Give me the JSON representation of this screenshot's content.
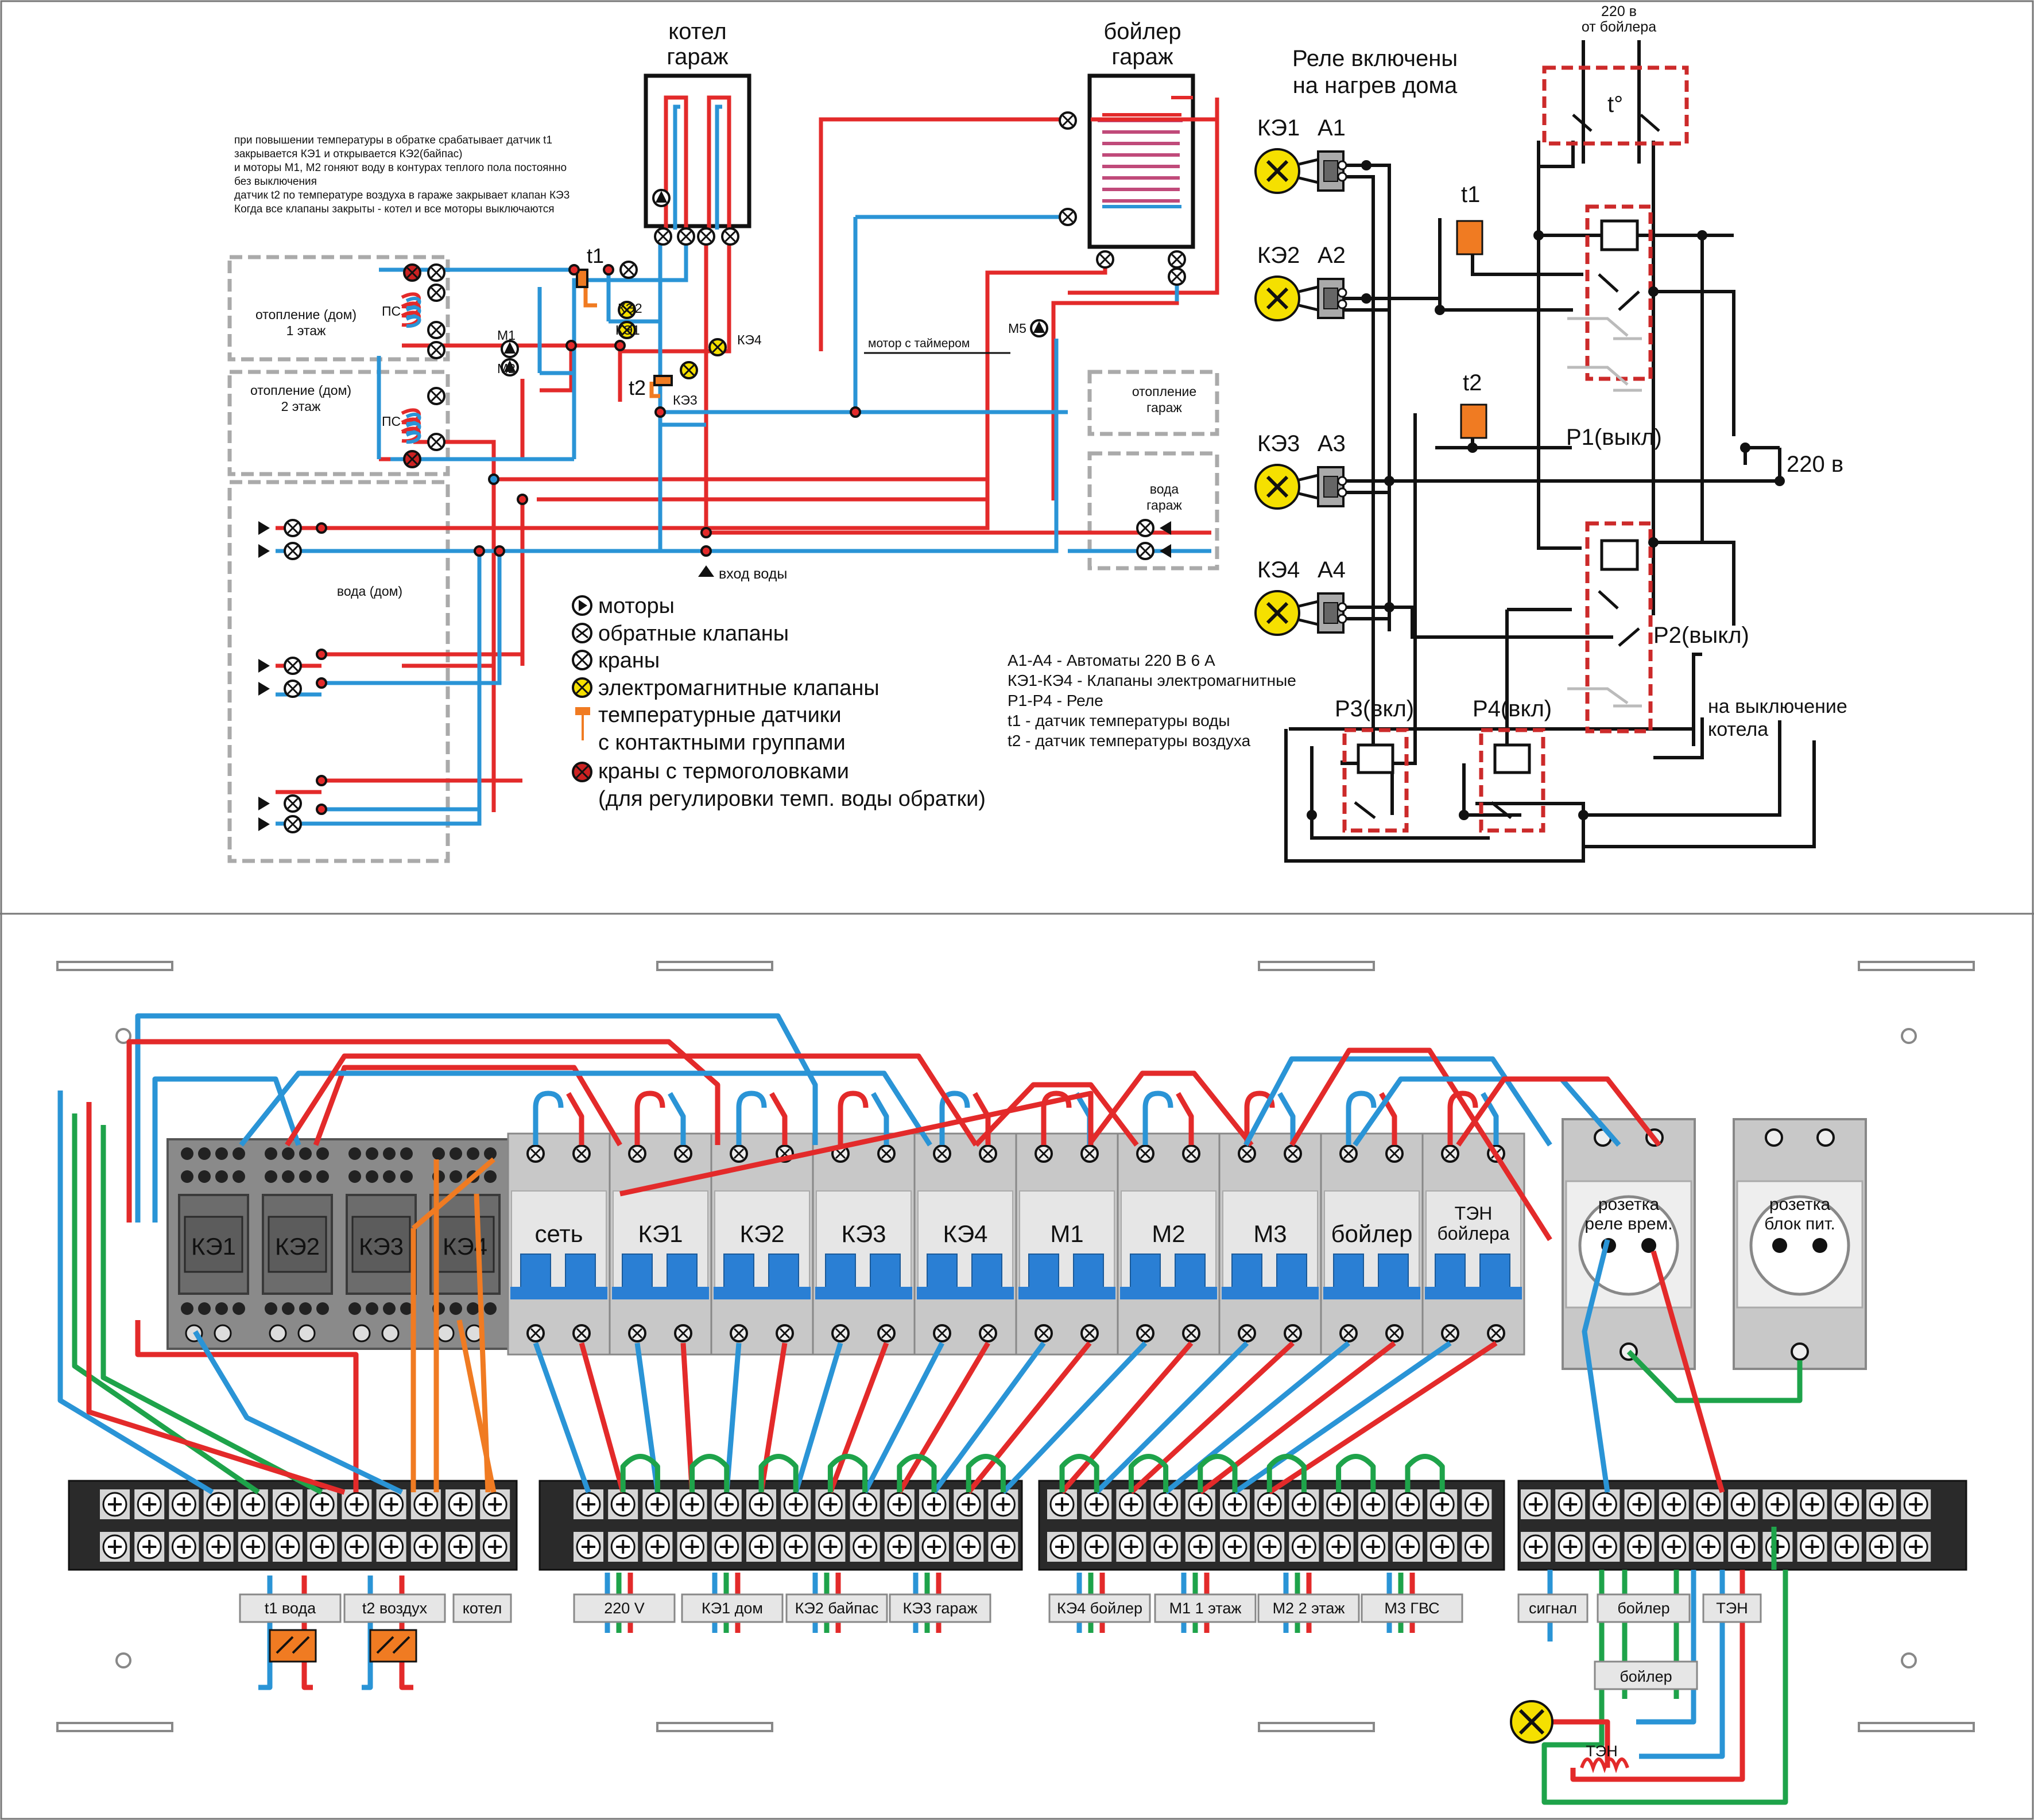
{
  "colors": {
    "hot": "#e32a2a",
    "cold": "#2a94d6",
    "ground": "#1ea34a",
    "sensor": "#f07b22",
    "wire": "#111111",
    "relay_box": "#cc2a2a",
    "valve_yellow": "#f5e000",
    "panel_dark": "#6e6e6e",
    "panel_light": "#c8c8c8",
    "breaker": "#2a7fd4"
  },
  "hydraulic": {
    "kotel_title_1": "котел",
    "kotel_title_2": "гараж",
    "boiler_title_1": "бойлер",
    "boiler_title_2": "гараж",
    "note_lines": [
      "при повышении температуры в обратке срабатывает датчик t1",
      "закрывается КЭ1 и открывается КЭ2(байпас)",
      "и моторы М1, М2 гоняют воду в контурах теплого пола постоянно",
      "без выключения",
      "датчик t2 по температуре воздуха в гараже закрывает клапан КЭ3",
      "Когда все клапаны закрыты - котел и все моторы выключаются"
    ],
    "zone1_1": "отопление (дом)",
    "zone1_2": "1 этаж",
    "zone2_1": "отопление (дом)",
    "zone2_2": "2 этаж",
    "zone_water": "вода (дом)",
    "zone_garage_heat_1": "отопление",
    "zone_garage_heat_2": "гараж",
    "zone_garage_water_1": "вода",
    "zone_garage_water_2": "гараж",
    "ps": "ПС",
    "t1": "t1",
    "t2": "t2",
    "ke1": "КЭ1",
    "ke2": "КЭ2",
    "ke3": "КЭ3",
    "ke4": "КЭ4",
    "m1": "М1",
    "m2": "М2",
    "m5": "М5",
    "motor_timer": "мотор с таймером",
    "water_in": "вход воды"
  },
  "legend": [
    {
      "icon": "motor-icon",
      "label": "моторы"
    },
    {
      "icon": "check-valve-icon",
      "label": "обратные клапаны"
    },
    {
      "icon": "tap-icon",
      "label": "краны"
    },
    {
      "icon": "solenoid-valve-icon",
      "label": "электромагнитные клапаны"
    },
    {
      "icon": "temperature-sensor-icon",
      "label": "температурные датчики"
    },
    {
      "icon": "",
      "label": "с контактными группами"
    },
    {
      "icon": "thermostatic-tap-icon",
      "label": "краны с термоголовками"
    },
    {
      "icon": "",
      "label": "(для регулировки темп. воды обратки)"
    }
  ],
  "electrical": {
    "title_1": "Реле включены",
    "title_2": "на нагрев дома",
    "supply_1": "220 в",
    "supply_2": "от бойлера",
    "t_degree": "t°",
    "rows": [
      {
        "ke": "КЭ1",
        "a": "А1"
      },
      {
        "ke": "КЭ2",
        "a": "А2"
      },
      {
        "ke": "КЭ3",
        "a": "А3"
      },
      {
        "ke": "КЭ4",
        "a": "А4"
      }
    ],
    "t1": "t1",
    "t2": "t2",
    "p1": "Р1(выкл)",
    "p2": "Р2(выкл)",
    "p3": "Р3(вкл)",
    "p4": "Р4(вкл)",
    "v220": "220 в",
    "off_1": "на выключение",
    "off_2": "котела",
    "notes": [
      "А1-А4 - Автоматы 220 В 6 А",
      "КЭ1-КЭ4 - Клапаны электромагнитные",
      "Р1-Р4 - Реле",
      "t1 - датчик температуры воды",
      "t2 - датчик температуры воздуха"
    ]
  },
  "panel": {
    "relays": [
      "КЭ1",
      "КЭ2",
      "КЭ3",
      "КЭ4"
    ],
    "breakers": [
      "сеть",
      "КЭ1",
      "КЭ2",
      "КЭ3",
      "КЭ4",
      "М1",
      "М2",
      "М3",
      "бойлер"
    ],
    "ten_1": "ТЭН",
    "ten_2": "бойлера",
    "socket1_1": "розетка",
    "socket1_2": "реле врем.",
    "socket2_1": "розетка",
    "socket2_2": "блок пит.",
    "terminal_labels": [
      "t1 вода",
      "t2 воздух",
      "котел",
      "220 V",
      "КЭ1 дом",
      "КЭ2 байпас",
      "КЭ3 гараж",
      "КЭ4 бойлер",
      "М1 1 этаж",
      "М2 2 этаж",
      "М3 ГВС",
      "сигнал",
      "бойлер",
      "ТЭН"
    ],
    "boiler_box": "бойлер",
    "ten_coil": "ТЭН"
  }
}
